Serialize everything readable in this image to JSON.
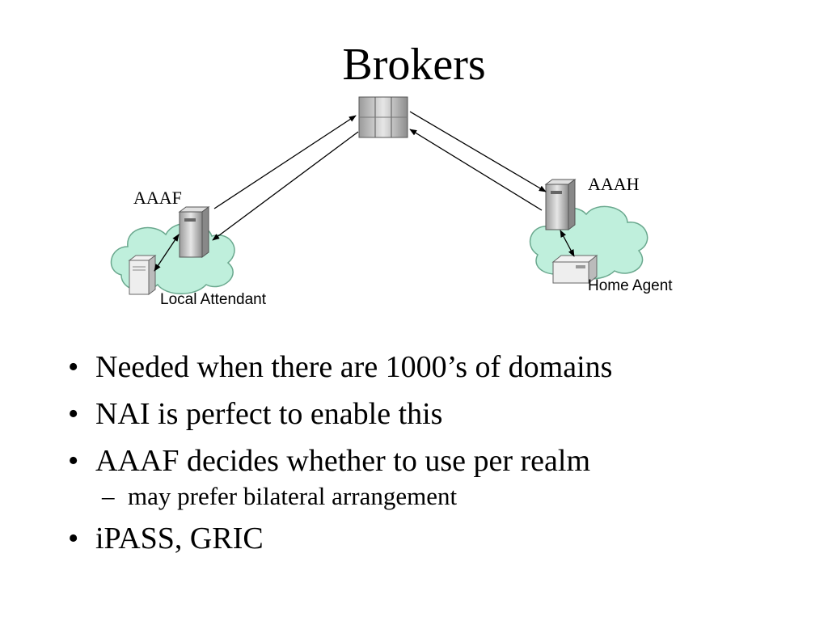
{
  "slide": {
    "title": "Brokers"
  },
  "diagram": {
    "nodes": {
      "aaaf_label": "AAAF",
      "aaah_label": "AAAH",
      "local_label": "Local Attendant",
      "home_label": "Home Agent"
    },
    "colors": {
      "cloud_fill": "#bfefdc",
      "cloud_stroke": "#6aa88e",
      "server_fill": "#c8c8c8",
      "arrow": "#000000"
    }
  },
  "bullets": [
    "Needed when there are 1000’s of domains",
    "NAI is perfect to enable this",
    "AAAF decides whether to use per realm",
    "may prefer bilateral arrangement",
    "iPASS, GRIC"
  ]
}
